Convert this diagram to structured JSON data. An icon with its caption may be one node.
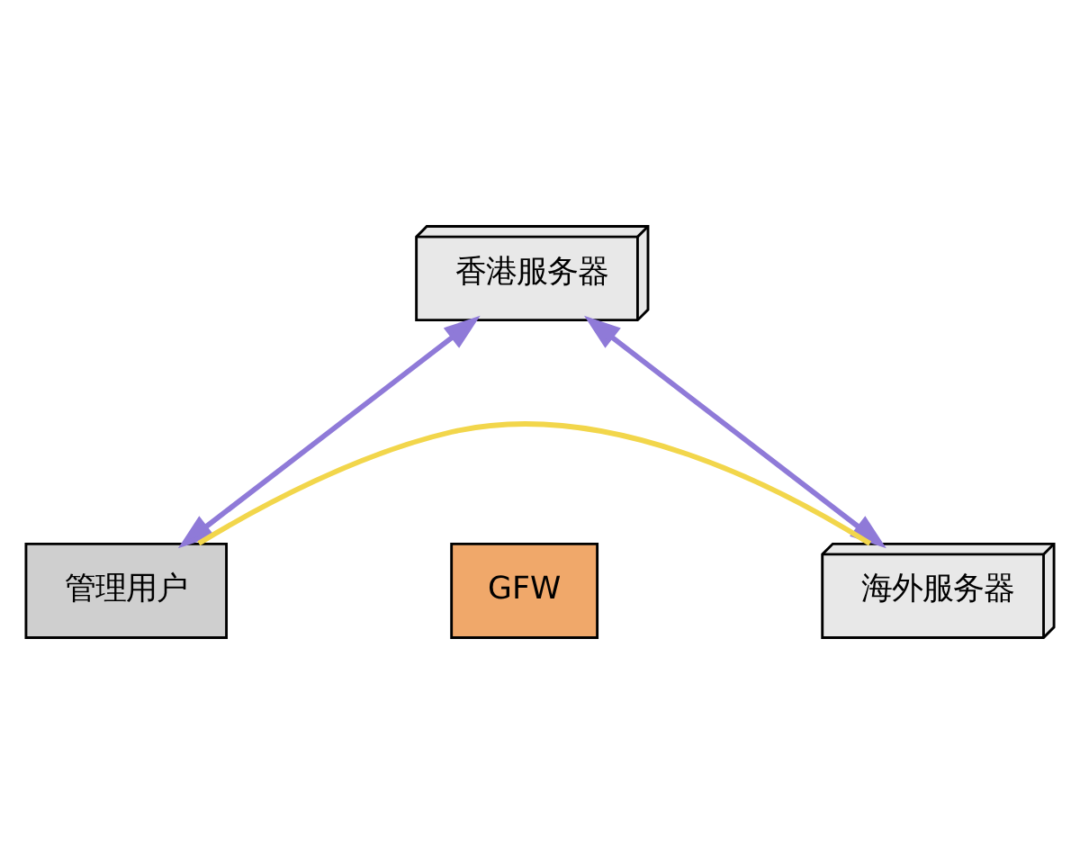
{
  "diagram": {
    "nodes": [
      {
        "text": [
          "香港服务器"
        ]
      },
      {
        "text": [
          "管理用户"
        ]
      },
      {
        "text": [
          "GFW"
        ]
      },
      {
        "text": [
          "海外服务器"
        ]
      }
    ],
    "edges": [
      {
        "from": 0,
        "to": 1,
        "arrow": "both"
      },
      {
        "from": 0,
        "to": 3,
        "arrow": "both"
      },
      {
        "from": 1,
        "to": 3,
        "arrow": "none",
        "color": "#f2d64b"
      }
    ]
  }
}
